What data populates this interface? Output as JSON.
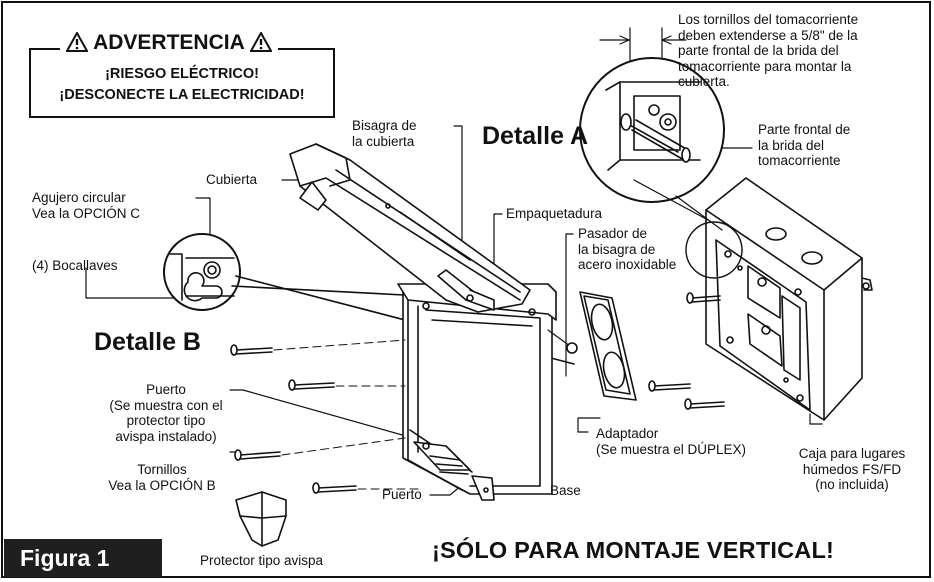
{
  "warning": {
    "title": "ADVERTENCIA",
    "line1": "¡RIESGO ELÉCTRICO!",
    "line2": "¡DESCONECTE LA ELECTRICIDAD!"
  },
  "detail_a": {
    "title": "Detalle A",
    "screw_note": "Los tornillos del tomacorriente\ndeben extenderse a 5/8\" de la\nparte frontal de la brida del\ntomacorriente para montar la\ncubierta.",
    "flange_label": "Parte frontal de\nla brida del\ntomacorriente"
  },
  "detail_b": {
    "title": "Detalle B",
    "round_hole": "Agujero circular\nVea la OPCIÓN C",
    "keyholes": "(4) Bocallaves"
  },
  "labels": {
    "hinge": "Bisagra de\nla cubierta",
    "cover": "Cubierta",
    "gasket": "Empaquetadura",
    "hinge_pin": "Pasador de\nla bisagra de\nacero inoxidable",
    "port_top": "Puerto\n(Se muestra con el\nprotector tipo\navispa instalado)",
    "screws": "Tornillos\nVea la OPCIÓN B",
    "port_bottom": "Puerto",
    "base": "Base",
    "adapter": "Adaptador\n(Se muestra el DÚPLEX)",
    "box": "Caja para lugares\nhúmedos FS/FD\n(no incluida)",
    "wasp_guard": "Protector tipo avispa"
  },
  "footer": {
    "figure": "Figura 1",
    "vertical_only": "¡SÓLO PARA MONTAJE VERTICAL!"
  }
}
